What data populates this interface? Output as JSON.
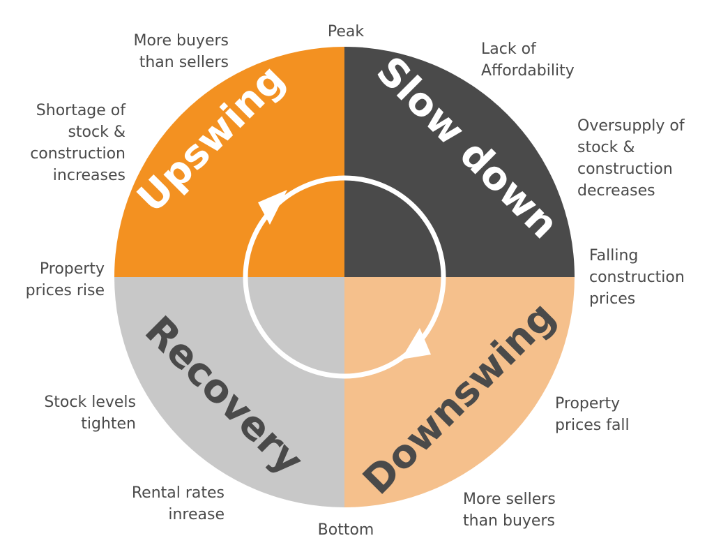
{
  "colors": {
    "upswing": "#f39121",
    "slowdown": "#4a4a4a",
    "downswing": "#f5c08c",
    "recovery": "#c8c8c8",
    "cycle_arrow": "#ffffff",
    "label_text": "#4a4a4a"
  },
  "quadrants": {
    "upswing": "Upswing",
    "slowdown": "Slow down",
    "downswing": "Downswing",
    "recovery": "Recovery"
  },
  "markers": {
    "peak": "Peak",
    "bottom": "Bottom"
  },
  "notes": {
    "upswing_1": [
      "More buyers",
      "than sellers"
    ],
    "upswing_2": [
      "Shortage of",
      "stock &",
      "construction",
      "increases"
    ],
    "upswing_3": [
      "Property",
      "prices rise"
    ],
    "slowdown_1": [
      "Lack of",
      "Affordability"
    ],
    "slowdown_2": [
      "Oversupply of",
      "stock &",
      "construction",
      "decreases"
    ],
    "slowdown_3": [
      "Falling",
      "construction",
      "prices"
    ],
    "downswing_1": [
      "Property",
      "prices fall"
    ],
    "downswing_2": [
      "More sellers",
      "than buyers"
    ],
    "recovery_1": [
      "Stock levels",
      "tighten"
    ],
    "recovery_2": [
      "Rental rates",
      "inrease"
    ]
  }
}
